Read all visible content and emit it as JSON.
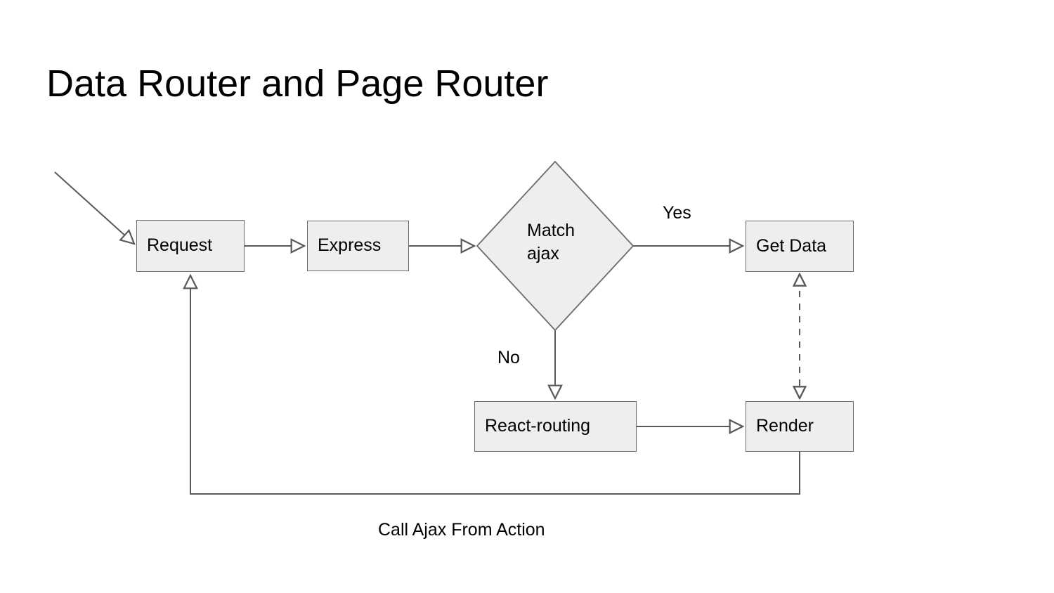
{
  "slide": {
    "title": "Data Router and Page Router",
    "background_color": "#ffffff"
  },
  "theme": {
    "node_fill": "#eeeeee",
    "node_stroke": "#6b6b6b",
    "edge_stroke": "#595959",
    "text_color": "#000000"
  },
  "diagram": {
    "type": "flowchart",
    "nodes": [
      {
        "id": "request",
        "label": "Request",
        "shape": "rectangle"
      },
      {
        "id": "express",
        "label": "Express",
        "shape": "rectangle"
      },
      {
        "id": "match-ajax",
        "label": "Match\najax",
        "shape": "diamond"
      },
      {
        "id": "get-data",
        "label": "Get Data",
        "shape": "rectangle"
      },
      {
        "id": "react-routing",
        "label": "React-routing",
        "shape": "rectangle"
      },
      {
        "id": "render",
        "label": "Render",
        "shape": "rectangle"
      }
    ],
    "edges": [
      {
        "id": "entry-to-request",
        "from": "",
        "to": "request",
        "label": "",
        "style": "solid"
      },
      {
        "id": "request-to-express",
        "from": "request",
        "to": "express",
        "label": "",
        "style": "solid"
      },
      {
        "id": "express-to-match",
        "from": "express",
        "to": "match-ajax",
        "label": "",
        "style": "solid"
      },
      {
        "id": "match-to-getdata",
        "from": "match-ajax",
        "to": "get-data",
        "label": "Yes",
        "style": "solid"
      },
      {
        "id": "match-to-reactrouting",
        "from": "match-ajax",
        "to": "react-routing",
        "label": "No",
        "style": "solid"
      },
      {
        "id": "reactrouting-to-render",
        "from": "react-routing",
        "to": "render",
        "label": "",
        "style": "solid"
      },
      {
        "id": "getdata-render-sync",
        "from": "get-data",
        "to": "render",
        "label": "",
        "style": "dashed-bidirectional"
      },
      {
        "id": "render-to-request",
        "from": "render",
        "to": "request",
        "label": "Call Ajax From Action",
        "style": "solid"
      }
    ],
    "labels": {
      "yes": "Yes",
      "no": "No",
      "caption": "Call Ajax From Action"
    }
  }
}
